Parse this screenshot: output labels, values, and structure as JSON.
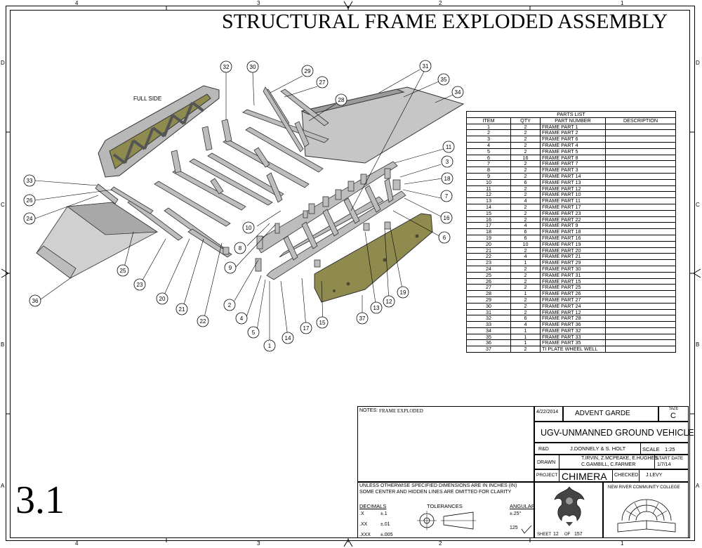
{
  "title": "STRUCTURAL FRAME EXPLODED ASSEMBLY",
  "sheet_number_big": "3.1",
  "zones": {
    "top": [
      "4",
      "3",
      "2",
      "1"
    ],
    "bottom": [
      "4",
      "3",
      "2",
      "1"
    ],
    "left": [
      "D",
      "C",
      "B",
      "A"
    ],
    "right": [
      "D",
      "C",
      "B",
      "A"
    ]
  },
  "full_side_label": "FULL SIDE",
  "balloons": [
    "1",
    "2",
    "3",
    "4",
    "5",
    "6",
    "7",
    "8",
    "9",
    "10",
    "11",
    "12",
    "13",
    "14",
    "15",
    "16",
    "17",
    "18",
    "19",
    "20",
    "21",
    "22",
    "23",
    "24",
    "25",
    "26",
    "27",
    "28",
    "29",
    "30",
    "31",
    "32",
    "33",
    "34",
    "35",
    "36",
    "37"
  ],
  "parts_list": {
    "caption": "PARTS LIST",
    "headers": [
      "ITEM",
      "QTY",
      "PART NUMBER",
      "DESCRIPTION"
    ],
    "rows": [
      [
        "1",
        "2",
        "FRAME PART 1",
        ""
      ],
      [
        "2",
        "2",
        "FRAME PART 2",
        ""
      ],
      [
        "3",
        "2",
        "FRAME PART 6",
        ""
      ],
      [
        "4",
        "2",
        "FRAME PART 4",
        ""
      ],
      [
        "5",
        "2",
        "FRAME PART 5",
        ""
      ],
      [
        "6",
        "16",
        "FRAME PART 8",
        ""
      ],
      [
        "7",
        "2",
        "FRAME PART 7",
        ""
      ],
      [
        "8",
        "2",
        "FRAME PART 3",
        ""
      ],
      [
        "9",
        "2",
        "FRAME PART 14",
        ""
      ],
      [
        "10",
        "6",
        "FRAME PART 13",
        ""
      ],
      [
        "11",
        "2",
        "FRAME PART 12",
        ""
      ],
      [
        "12",
        "2",
        "FRAME PART 10",
        ""
      ],
      [
        "13",
        "4",
        "FRAME PART 11",
        ""
      ],
      [
        "14",
        "2",
        "FRAME PART 17",
        ""
      ],
      [
        "15",
        "2",
        "FRAME PART 23",
        ""
      ],
      [
        "16",
        "2",
        "FRAME PART 22",
        ""
      ],
      [
        "17",
        "4",
        "FRAME PART 9",
        ""
      ],
      [
        "18",
        "6",
        "FRAME PART 18",
        ""
      ],
      [
        "19",
        "6",
        "FRAME PART 16",
        ""
      ],
      [
        "20",
        "10",
        "FRAME PART 19",
        ""
      ],
      [
        "21",
        "2",
        "FRAME PART 20",
        ""
      ],
      [
        "22",
        "4",
        "FRAME PART 21",
        ""
      ],
      [
        "23",
        "1",
        "FRAME PART 29",
        ""
      ],
      [
        "24",
        "2",
        "FRAME PART 30",
        ""
      ],
      [
        "25",
        "2",
        "FRAME PART 31",
        ""
      ],
      [
        "26",
        "2",
        "FRAME PART 15",
        ""
      ],
      [
        "27",
        "2",
        "FRAME PART 25",
        ""
      ],
      [
        "28",
        "1",
        "FRAME PART 26",
        ""
      ],
      [
        "29",
        "2",
        "FRAME PART 27",
        ""
      ],
      [
        "30",
        "2",
        "FRAME PART 24",
        ""
      ],
      [
        "31",
        "2",
        "FRAME PART 12",
        ""
      ],
      [
        "32",
        "6",
        "FRAME PART 28",
        ""
      ],
      [
        "33",
        "4",
        "FRAME PART 36",
        ""
      ],
      [
        "34",
        "1",
        "FRAME PART 32",
        ""
      ],
      [
        "35",
        "1",
        "FRAME PART 33",
        ""
      ],
      [
        "36",
        "1",
        "FRAME PART 35",
        ""
      ],
      [
        "37",
        "2",
        "TI PLATE WHEEL WELL",
        ""
      ]
    ]
  },
  "title_block": {
    "notes_label": "NOTES:",
    "notes_value": "FRAME EXPLODED",
    "date": "4/22/2014",
    "team": "ADVENT GARDE",
    "size_label": "SIZE",
    "size_value": "C",
    "drawing_title": "UGV-UNMANNED GROUND VEHICLE",
    "rd_label": "R&D",
    "rd_value": "J.DONNELY & S. HOLT",
    "scale_label": "SCALE",
    "scale_value": "1:25",
    "drawn_label": "DRAWN",
    "drawn_line1": "T.IRVIN, Z.MCPEAKE, E.HUGHES,",
    "drawn_line2": "C.GAMBILL, C.FARMER",
    "start_date_label": "START DATE",
    "start_date_value": "1/7/14",
    "project_label": "PROJECT",
    "project_value": "CHIMERA",
    "checked_label": "CHECKED",
    "checked_value": "J.LEVY",
    "college": "NEW RIVER COMMUNITY COLLEGE",
    "dimension_note_1": "UNLESS OTHERWISE SPECIFIED DIMENSIONS ARE IN INCHES (IN)",
    "dimension_note_2": "SOME CENTER AND HIDDEN LINES ARE OMITTED FOR CLARITY",
    "decimals_label": "DECIMALS",
    "tolerances_label": "TOLERANCES",
    "angular_label": "ANGULAR",
    "dec_rows": [
      [
        ".X",
        "±.1"
      ],
      [
        ".XX",
        "±.01"
      ],
      [
        ".XXX",
        "±.005"
      ]
    ],
    "angular_value": "±.25°",
    "finish_value": "125",
    "sheet_label": "SHEET",
    "sheet_value": "12",
    "of_label": "OF",
    "total_sheets": "157"
  }
}
